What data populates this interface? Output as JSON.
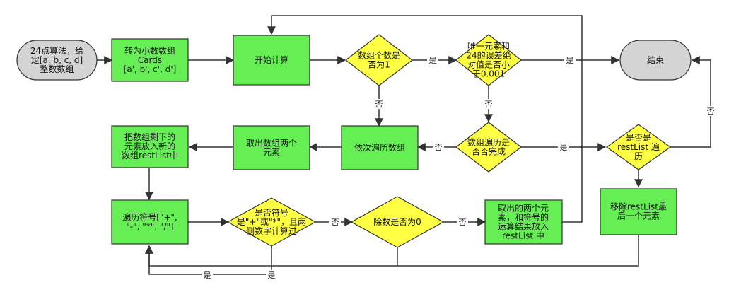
{
  "nodes": {
    "start": {
      "lines": [
        "24点算法，给",
        "定[a, b, c, d]",
        "整数数组"
      ]
    },
    "to_float": {
      "lines": [
        "转为小数数组",
        "Cards",
        "[a', b', c', d']"
      ]
    },
    "begin_calc": {
      "lines": [
        "开始计算"
      ]
    },
    "count_is_one": {
      "lines": [
        "数组个数是",
        "否为1"
      ]
    },
    "only_elem_check": {
      "lines": [
        "唯一元素和",
        "24的误差绝",
        "对值是否小",
        "于0.001"
      ]
    },
    "end": {
      "lines": [
        "结束"
      ]
    },
    "traverse_done": {
      "lines": [
        "数组遍历是",
        "否否完成"
      ]
    },
    "traverse_array": {
      "lines": [
        "依次遍历数组"
      ]
    },
    "take_two": {
      "lines": [
        "取出数组两个",
        "元素"
      ]
    },
    "put_rest": {
      "lines": [
        "把数组剩下的",
        "元素放入新的",
        "数组restList中"
      ]
    },
    "reststlist_done": {
      "lines": [
        "是否是",
        "restList 遍",
        "历"
      ]
    },
    "remove_last": {
      "lines": [
        "移除restList最",
        "后一个元素"
      ]
    },
    "traverse_ops": {
      "lines": [
        "遍历符号[\"+\",",
        "\"-\", \"*\", \"/\"]"
      ]
    },
    "is_op_check": {
      "lines": [
        "是否符号",
        "是\"+\"或\"*\"，且两",
        "侧数字计算过"
      ]
    },
    "divisor_zero": {
      "lines": [
        "除数是否为0"
      ]
    },
    "put_result": {
      "lines": [
        "取出的两个元",
        "素，和符号的",
        "运算结果放入",
        "restList 中"
      ]
    }
  },
  "edge_labels": {
    "yes": "是",
    "no": "否"
  },
  "colors": {
    "green": "#66ee55",
    "yellow": "#ffff44",
    "gray": "#d4d4d4",
    "stroke": "#333333"
  }
}
